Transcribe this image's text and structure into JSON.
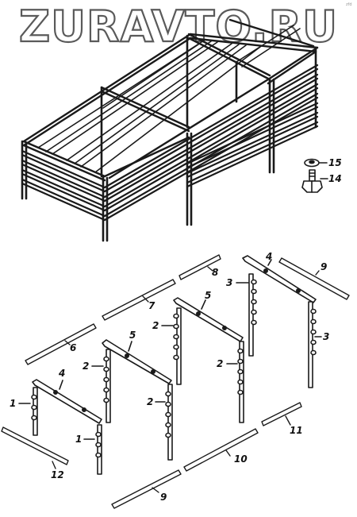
{
  "watermark": "ZURAVTO.RU",
  "corner_mark": "zfd",
  "callouts": {
    "n15": "15",
    "n14": "14",
    "n8": "8",
    "n4_top": "4",
    "n9_top": "9",
    "n3_a": "3",
    "n5_a": "5",
    "n7": "7",
    "n3_b": "3",
    "n2_a": "2",
    "n6": "6",
    "n5_b": "5",
    "n2_b": "2",
    "n2_c": "2",
    "n4_left": "4",
    "n1_a": "1",
    "n2_d": "2",
    "n11": "11",
    "n1_b": "1",
    "n10": "10",
    "n12": "12",
    "n9_bottom": "9"
  }
}
